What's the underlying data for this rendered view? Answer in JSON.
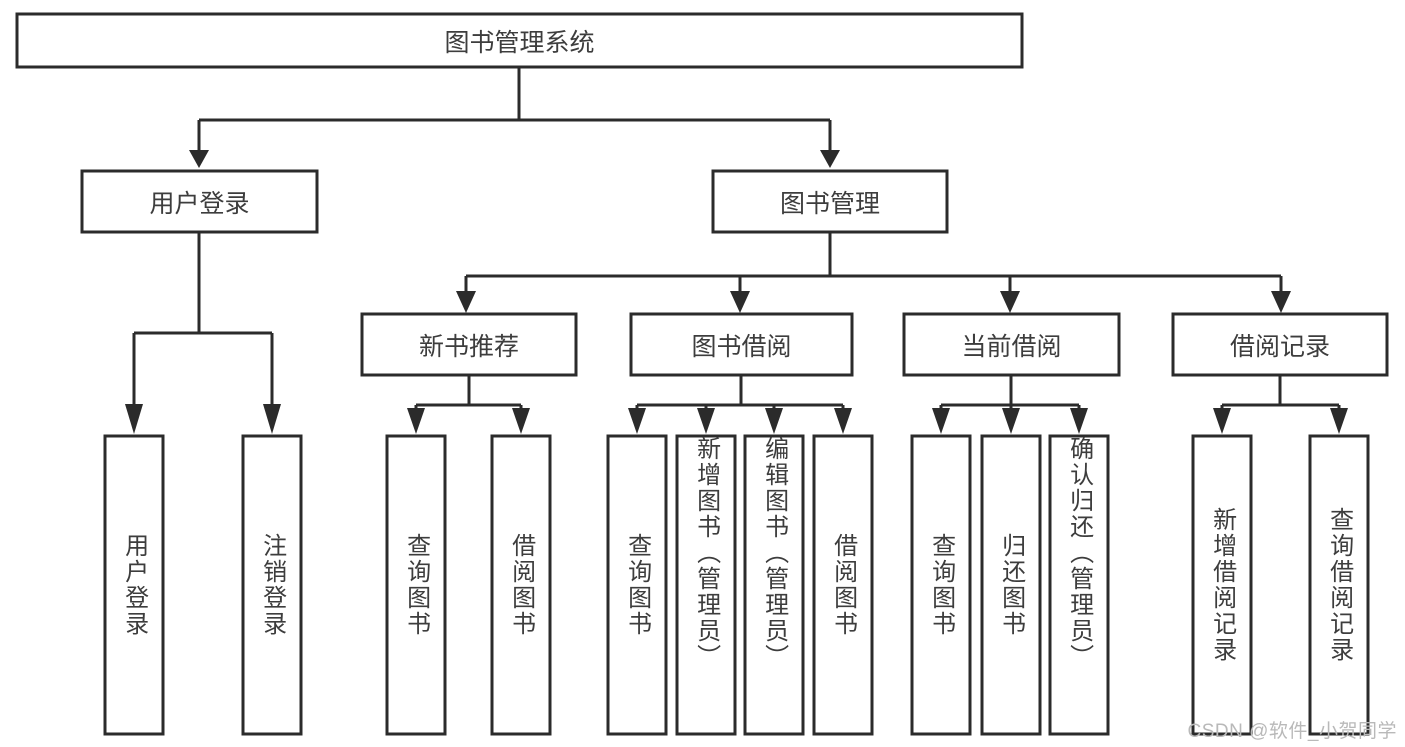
{
  "diagram": {
    "type": "tree-hierarchy",
    "title": "图书管理系统",
    "watermark": "CSDN @软件_小贺同学",
    "colors": {
      "box_stroke": "#2b2b2b",
      "box_fill": "#ffffff",
      "text": "#3d3d3d",
      "background": "#ffffff",
      "watermark": "#b9b9b9"
    },
    "root": {
      "id": "root",
      "label": "图书管理系统",
      "orientation": "horizontal"
    },
    "level2": [
      {
        "id": "user-login",
        "label": "用户登录",
        "orientation": "horizontal"
      },
      {
        "id": "book-manage",
        "label": "图书管理",
        "orientation": "horizontal"
      }
    ],
    "level3": [
      {
        "id": "new-book-recommend",
        "label": "新书推荐",
        "orientation": "horizontal",
        "parent": "book-manage"
      },
      {
        "id": "book-borrow",
        "label": "图书借阅",
        "orientation": "horizontal",
        "parent": "book-manage"
      },
      {
        "id": "current-borrow",
        "label": "当前借阅",
        "orientation": "horizontal",
        "parent": "book-manage"
      },
      {
        "id": "borrow-record",
        "label": "借阅记录",
        "orientation": "horizontal",
        "parent": "book-manage"
      }
    ],
    "leaves": [
      {
        "id": "leaf-user-login",
        "label": "用户登录",
        "parent": "user-login"
      },
      {
        "id": "leaf-user-logout",
        "label": "注销登录",
        "parent": "user-login"
      },
      {
        "id": "leaf-query-book-1",
        "label": "查询图书",
        "parent": "new-book-recommend"
      },
      {
        "id": "leaf-borrow-book-1",
        "label": "借阅图书",
        "parent": "new-book-recommend"
      },
      {
        "id": "leaf-query-book-2",
        "label": "查询图书",
        "parent": "book-borrow"
      },
      {
        "id": "leaf-add-book",
        "label": "新增图书（管理员）",
        "parent": "book-borrow"
      },
      {
        "id": "leaf-edit-book",
        "label": "编辑图书（管理员）",
        "parent": "book-borrow"
      },
      {
        "id": "leaf-borrow-book-2",
        "label": "借阅图书",
        "parent": "book-borrow"
      },
      {
        "id": "leaf-query-book-3",
        "label": "查询图书",
        "parent": "current-borrow"
      },
      {
        "id": "leaf-return-book",
        "label": "归还图书",
        "parent": "current-borrow"
      },
      {
        "id": "leaf-confirm-return",
        "label": "确认归还（管理员）",
        "parent": "current-borrow"
      },
      {
        "id": "leaf-add-record",
        "label": "新增借阅记录",
        "parent": "borrow-record"
      },
      {
        "id": "leaf-query-record",
        "label": "查询借阅记录",
        "parent": "borrow-record"
      }
    ]
  }
}
